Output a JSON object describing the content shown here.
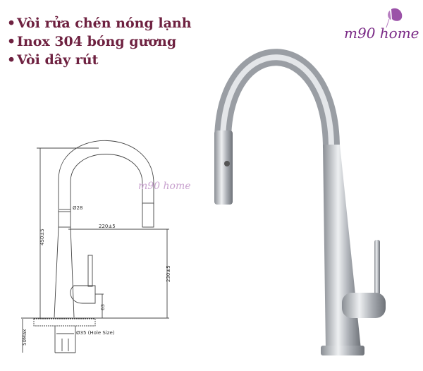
{
  "features": [
    "Vòi rửa chén nóng lạnh",
    "Inox 304 bóng gương",
    "Vòi dây rút"
  ],
  "logo": {
    "text": "m90 home",
    "color": "#7a2a86"
  },
  "drawing": {
    "dimensions": {
      "height": "450±5",
      "reach": "220±5",
      "spout_clearance": "230±5",
      "handle_height": "63",
      "pipe_diameter": "Ø28",
      "hole": "Ø35 (Hole Size)",
      "deck_thickness": "50Max"
    }
  },
  "colors": {
    "text": "#6e2140",
    "chrome": "#b8bcc2"
  }
}
